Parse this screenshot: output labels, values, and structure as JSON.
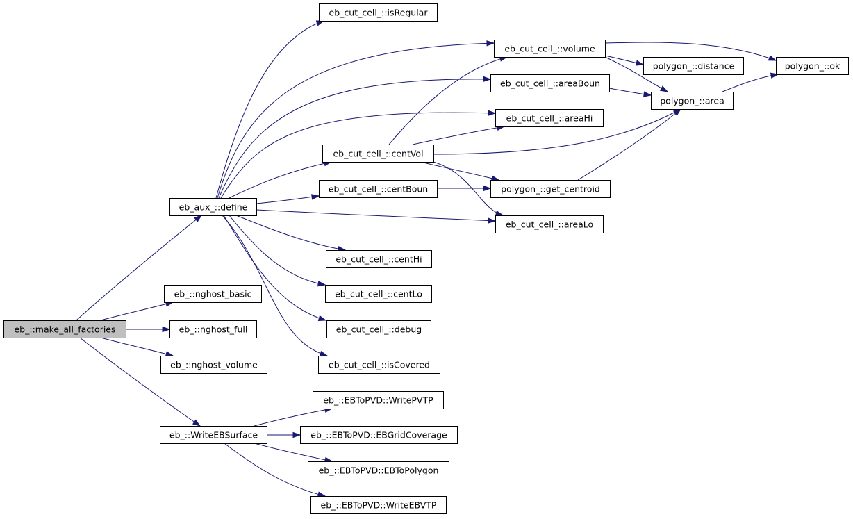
{
  "graph": {
    "nodes": [
      {
        "id": "make_all_factories",
        "label": "eb_::make_all_factories",
        "root": true
      },
      {
        "id": "define",
        "label": "eb_aux_::define"
      },
      {
        "id": "nghost_basic",
        "label": "eb_::nghost_basic"
      },
      {
        "id": "nghost_full",
        "label": "eb_::nghost_full"
      },
      {
        "id": "nghost_volume",
        "label": "eb_::nghost_volume"
      },
      {
        "id": "writeebsurface",
        "label": "eb_::WriteEBSurface"
      },
      {
        "id": "isregular",
        "label": "eb_cut_cell_::isRegular"
      },
      {
        "id": "volume",
        "label": "eb_cut_cell_::volume"
      },
      {
        "id": "areaboun",
        "label": "eb_cut_cell_::areaBoun"
      },
      {
        "id": "areahi",
        "label": "eb_cut_cell_::areaHi"
      },
      {
        "id": "centvol",
        "label": "eb_cut_cell_::centVol"
      },
      {
        "id": "centboun",
        "label": "eb_cut_cell_::centBoun"
      },
      {
        "id": "arealo",
        "label": "eb_cut_cell_::areaLo"
      },
      {
        "id": "centhi",
        "label": "eb_cut_cell_::centHi"
      },
      {
        "id": "centlo",
        "label": "eb_cut_cell_::centLo"
      },
      {
        "id": "debug",
        "label": "eb_cut_cell_::debug"
      },
      {
        "id": "iscovered",
        "label": "eb_cut_cell_::isCovered"
      },
      {
        "id": "distance",
        "label": "polygon_::distance"
      },
      {
        "id": "area",
        "label": "polygon_::area"
      },
      {
        "id": "get_centroid",
        "label": "polygon_::get_centroid"
      },
      {
        "id": "ok",
        "label": "polygon_::ok"
      },
      {
        "id": "writepvtp",
        "label": "eb_::EBToPVD::WritePVTP"
      },
      {
        "id": "ebgridcoverage",
        "label": "eb_::EBToPVD::EBGridCoverage"
      },
      {
        "id": "ebtopolygon",
        "label": "eb_::EBToPVD::EBToPolygon"
      },
      {
        "id": "writeebvtp",
        "label": "eb_::EBToPVD::WriteEBVTP"
      }
    ],
    "edges": [
      {
        "from": "make_all_factories",
        "to": "define"
      },
      {
        "from": "make_all_factories",
        "to": "nghost_basic"
      },
      {
        "from": "make_all_factories",
        "to": "nghost_full"
      },
      {
        "from": "make_all_factories",
        "to": "nghost_volume"
      },
      {
        "from": "make_all_factories",
        "to": "writeebsurface"
      },
      {
        "from": "define",
        "to": "isregular"
      },
      {
        "from": "define",
        "to": "volume"
      },
      {
        "from": "define",
        "to": "areaboun"
      },
      {
        "from": "define",
        "to": "areahi"
      },
      {
        "from": "define",
        "to": "centvol"
      },
      {
        "from": "define",
        "to": "centboun"
      },
      {
        "from": "define",
        "to": "arealo"
      },
      {
        "from": "define",
        "to": "centhi"
      },
      {
        "from": "define",
        "to": "centlo"
      },
      {
        "from": "define",
        "to": "debug"
      },
      {
        "from": "define",
        "to": "iscovered"
      },
      {
        "from": "volume",
        "to": "ok"
      },
      {
        "from": "volume",
        "to": "distance"
      },
      {
        "from": "volume",
        "to": "area"
      },
      {
        "from": "areaboun",
        "to": "area"
      },
      {
        "from": "area",
        "to": "ok"
      },
      {
        "from": "centvol",
        "to": "volume"
      },
      {
        "from": "centvol",
        "to": "areahi"
      },
      {
        "from": "centvol",
        "to": "area"
      },
      {
        "from": "centvol",
        "to": "get_centroid"
      },
      {
        "from": "centvol",
        "to": "arealo"
      },
      {
        "from": "centboun",
        "to": "get_centroid"
      },
      {
        "from": "get_centroid",
        "to": "area"
      },
      {
        "from": "writeebsurface",
        "to": "writepvtp"
      },
      {
        "from": "writeebsurface",
        "to": "ebgridcoverage"
      },
      {
        "from": "writeebsurface",
        "to": "ebtopolygon"
      },
      {
        "from": "writeebsurface",
        "to": "writeebvtp"
      }
    ]
  },
  "colors": {
    "edge": "#191970",
    "node_border": "#000000",
    "node_fill": "#ffffff",
    "root_fill": "#bfbfbf"
  }
}
